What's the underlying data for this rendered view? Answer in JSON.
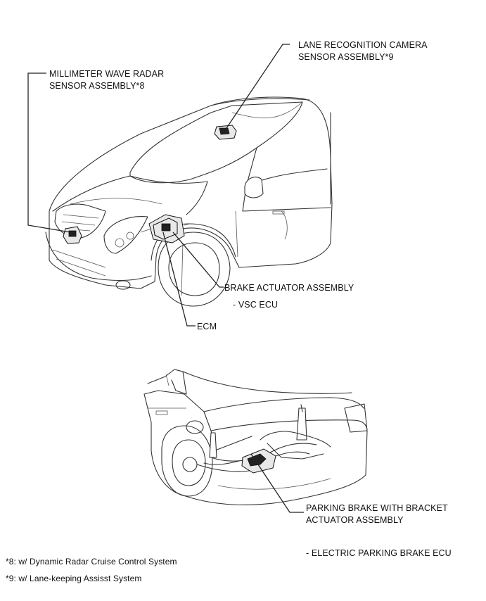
{
  "labels": {
    "lane_camera_line1": "LANE RECOGNITION CAMERA",
    "lane_camera_line2": "SENSOR ASSEMBLY*9",
    "mmw_radar_line1": "MILLIMETER WAVE RADAR",
    "mmw_radar_line2": "SENSOR ASSEMBLY*8",
    "brake_actuator": "BRAKE ACTUATOR ASSEMBLY",
    "vsc_ecu": "- VSC ECU",
    "ecm": "ECM",
    "parking_brake_line1": "PARKING BRAKE WITH BRACKET",
    "parking_brake_line2": "ACTUATOR ASSEMBLY",
    "epb_ecu": "- ELECTRIC PARKING BRAKE ECU"
  },
  "footnotes": {
    "note8": "*8: w/ Dynamic Radar Cruise Control System",
    "note9": "*9: w/ Lane-keeping Assisst System"
  }
}
